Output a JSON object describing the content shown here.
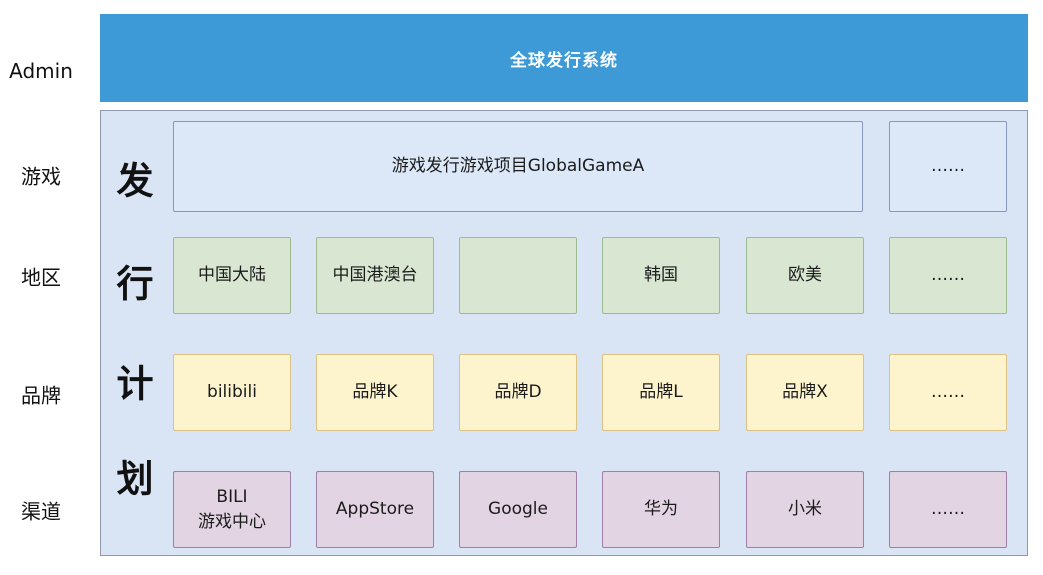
{
  "header": {
    "title": "全球发行系统"
  },
  "side_labels": [
    {
      "label": "Admin"
    },
    {
      "label": "游戏"
    },
    {
      "label": "地区"
    },
    {
      "label": "品牌"
    },
    {
      "label": "渠道"
    }
  ],
  "plan": {
    "chars": [
      "发",
      "行",
      "计",
      "划"
    ]
  },
  "rows": {
    "game": {
      "main": "游戏发行游戏项目GlobalGameA",
      "more": "……"
    },
    "region": {
      "items": [
        "中国大陆",
        "中国港澳台",
        "",
        "韩国",
        "欧美",
        "……"
      ]
    },
    "brand": {
      "items": [
        "bilibili",
        "品牌K",
        "品牌D",
        "品牌L",
        "品牌X",
        "……"
      ]
    },
    "channel": {
      "items": [
        "BILI\n游戏中心",
        "AppStore",
        "Google",
        "华为",
        "小米",
        "……"
      ]
    }
  },
  "colors": {
    "page_bg": "#ffffff",
    "header_bg": "#3d9ad6",
    "header_text": "#fdfeff",
    "container_bg": "#d9e4f4",
    "container_border": "#8f9aae",
    "box_blue_bg": "#dce8f8",
    "box_blue_border": "#8897b8",
    "box_green_bg": "#d9e7d2",
    "box_green_border": "#9eba90",
    "box_yellow_bg": "#fdf3cd",
    "box_yellow_border": "#dbc285",
    "box_purple_bg": "#e2d4e3",
    "box_purple_border": "#9d7fa8"
  }
}
